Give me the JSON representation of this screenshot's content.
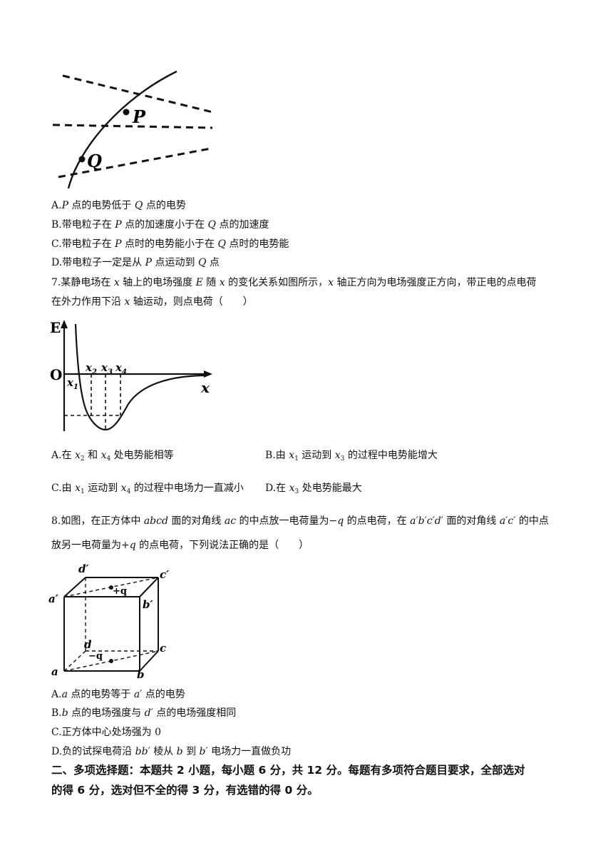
{
  "fig1": {
    "label_p": "P",
    "label_q": "Q"
  },
  "q6_options": {
    "a_1": "A.",
    "a_var1": "P",
    "a_2": " 点的电势低于 ",
    "a_var2": "Q",
    "a_3": " 点的电势",
    "b_1": "B.带电粒子在 ",
    "b_var1": "P",
    "b_2": " 点的加速度小于在 ",
    "b_var2": "Q",
    "b_3": " 点的加速度",
    "c_1": "C.带电粒子在 ",
    "c_var1": "P",
    "c_2": " 点时的电势能小于在 ",
    "c_var2": "Q",
    "c_3": " 点时的电势能",
    "d_1": "D.带电粒子一定是从 ",
    "d_var1": "P",
    "d_2": " 点运动到 ",
    "d_var2": "Q",
    "d_3": " 点"
  },
  "q7": {
    "line1_a": "7.某静电场在 ",
    "line1_x1": "x",
    "line1_b": " 轴上的电场强度 ",
    "line1_E": "E",
    "line1_c": " 随 ",
    "line1_x2": "x",
    "line1_d": " 的变化关系如图所示，",
    "line1_x3": "x",
    "line1_e": " 轴正方向为电场强度正方向，带正电的点电荷",
    "line2_a": "在外力作用下沿 ",
    "line2_x": "x",
    "line2_b": " 轴运动，则点电荷（　　）",
    "graph": {
      "E": "E",
      "O": "O",
      "x": "x",
      "x1": "x",
      "x1_sub": "1",
      "x2": "x",
      "x2_sub": "2",
      "x3": "x",
      "x3_sub": "3",
      "x4": "x",
      "x4_sub": "4"
    },
    "opt_a_1": "A.在 ",
    "opt_a_x": "x",
    "opt_a_sub1": "2",
    "opt_a_2": " 和 ",
    "opt_a_x2": "x",
    "opt_a_sub2": "4",
    "opt_a_3": " 处电势能相等",
    "opt_b_1": "B.由 ",
    "opt_b_x": "x",
    "opt_b_sub1": "1",
    "opt_b_2": " 运动到 ",
    "opt_b_x2": "x",
    "opt_b_sub2": "3",
    "opt_b_3": " 的过程中电势能增大",
    "opt_c_1": "C.由 ",
    "opt_c_x": "x",
    "opt_c_sub1": "1",
    "opt_c_2": " 运动到 ",
    "opt_c_x2": "x",
    "opt_c_sub2": "4",
    "opt_c_3": " 的过程中电场力一直减小",
    "opt_d_1": "D.在 ",
    "opt_d_x": "x",
    "opt_d_sub": "3",
    "opt_d_2": " 处电势能最大"
  },
  "q8": {
    "line1_a": "8.如图，在正方体中 ",
    "line1_abcd": "abcd",
    "line1_b": " 面的对角线 ",
    "line1_ac": "ac",
    "line1_c": " 的中点放一电荷量为",
    "line1_mq": "−q",
    "line1_d": " 的点电荷，在 ",
    "line1_face": "a′b′c′d′",
    "line1_e": " 面的对角线 ",
    "line1_diag": "a′c′",
    "line1_f": " 的中点",
    "line2_a": "放另一电荷量为",
    "line2_pq": "+q",
    "line2_b": " 的点电荷，下列说法正确的是（　　）",
    "cube": {
      "d_top": "d′",
      "c_top": "c′",
      "a_top": "a′",
      "b_top": "b′",
      "plus_q": "+q",
      "d": "d",
      "c": "c",
      "minus_q": "−q",
      "a": "a",
      "b": "b"
    },
    "opt_a_1": "A.",
    "opt_a_v1": "a",
    "opt_a_2": " 点的电势等于 ",
    "opt_a_v2": "a′",
    "opt_a_3": " 点的电势",
    "opt_b_1": "B.",
    "opt_b_v1": "b",
    "opt_b_2": " 点的电场强度与 ",
    "opt_b_v2": "d′",
    "opt_b_3": " 点的电场强度相同",
    "opt_c": "C.正方体中心处场强为 0",
    "opt_d_1": "D.负的试探电荷沿 ",
    "opt_d_v1": "bb′",
    "opt_d_2": " 棱从 ",
    "opt_d_v2": "b",
    "opt_d_3": " 到 ",
    "opt_d_v3": "b′",
    "opt_d_4": " 电场力一直做负功"
  },
  "section2": {
    "line1": "二、多项选择题：本题共 2 小题，每小题 6 分，共 12 分。每题有多项符合题目要求，全部选对",
    "line2": "的得 6 分，选对但不全的得 3 分，有选错的得 0 分。"
  }
}
